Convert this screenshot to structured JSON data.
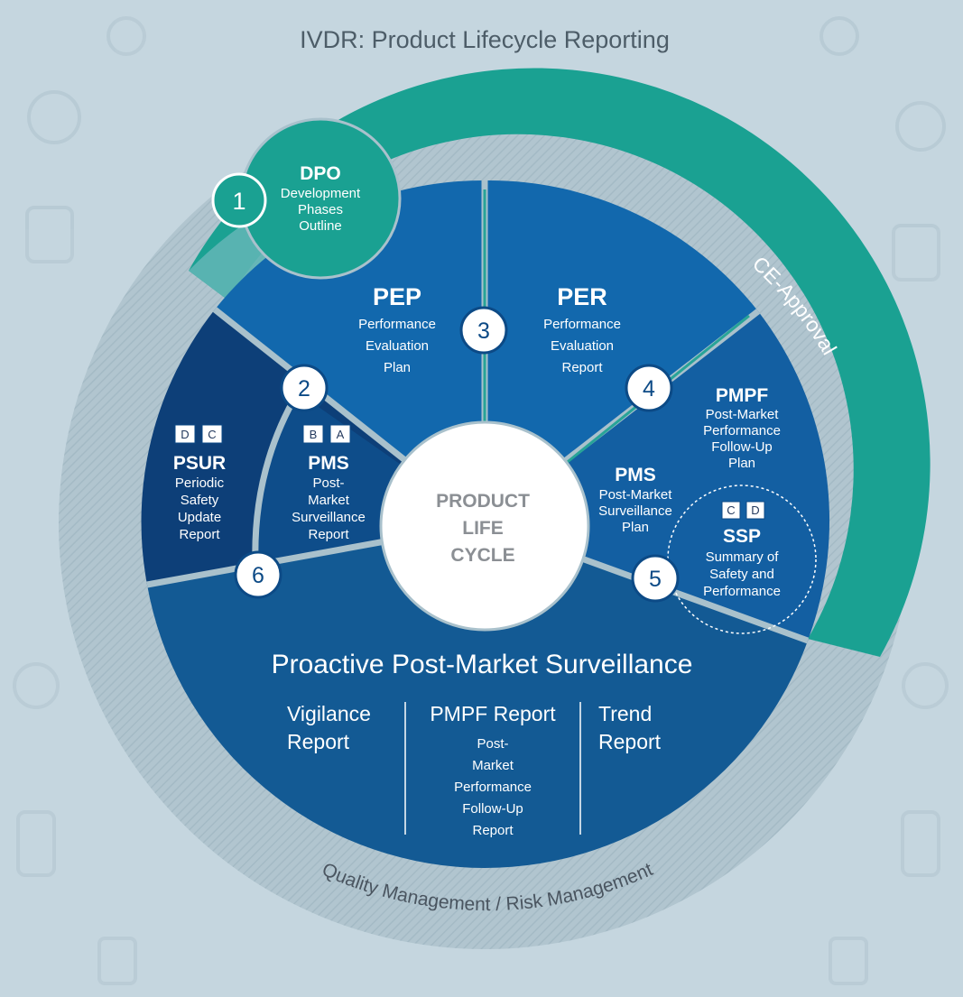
{
  "title": "IVDR:  Product Lifecycle Reporting",
  "center": {
    "line1": "PRODUCT",
    "line2": "LIFE",
    "line3": "CYCLE"
  },
  "ce_approval": "CE-Approval",
  "outer_ring": "Quality Management / Risk Management",
  "dpo": {
    "title": "DPO",
    "line1": "Development",
    "line2": "Phases",
    "line3": "Outline"
  },
  "pep": {
    "title": "PEP",
    "line1": "Performance",
    "line2": "Evaluation",
    "line3": "Plan"
  },
  "per": {
    "title": "PER",
    "line1": "Performance",
    "line2": "Evaluation",
    "line3": "Report"
  },
  "pmpf": {
    "title": "PMPF",
    "line1": "Post-Market",
    "line2": "Performance",
    "line3": "Follow-Up",
    "line4": "Plan"
  },
  "pms_plan": {
    "title": "PMS",
    "line1": "Post-Market",
    "line2": "Surveillance",
    "line3": "Plan"
  },
  "ssp": {
    "title": "SSP",
    "line1": "Summary of",
    "line2": "Safety and",
    "line3": "Performance",
    "class1": "C",
    "class2": "D"
  },
  "psur": {
    "title": "PSUR",
    "line1": "Periodic",
    "line2": "Safety",
    "line3": "Update",
    "line4": "Report",
    "class1": "D",
    "class2": "C"
  },
  "pms_report": {
    "title": "PMS",
    "line1": "Post-",
    "line2": "Market",
    "line3": "Surveillance",
    "line4": "Report",
    "class1": "B",
    "class2": "A"
  },
  "proactive": {
    "title": "Proactive Post-Market Surveillance",
    "vigilance": {
      "line1": "Vigilance",
      "line2": "Report"
    },
    "pmpf_report": {
      "title": "PMPF Report",
      "line1": "Post-",
      "line2": "Market",
      "line3": "Performance",
      "line4": "Follow-Up",
      "line5": "Report"
    },
    "trend": {
      "line1": "Trend",
      "line2": "Report"
    }
  },
  "steps": [
    "1",
    "2",
    "3",
    "4",
    "5",
    "6"
  ],
  "colors": {
    "background": "#c5d6df",
    "teal": "#1aa192",
    "blue_dark": "#0d3f78",
    "blue_mid": "#115d9f",
    "blue_light": "#1268ad",
    "ring": "#a9bfca"
  }
}
